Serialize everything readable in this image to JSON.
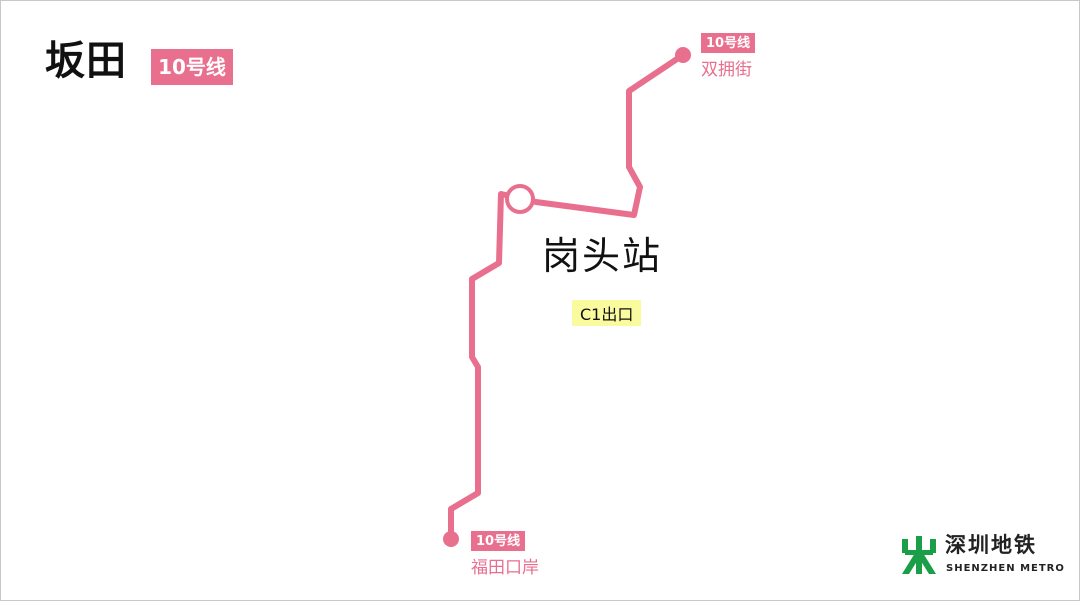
{
  "header": {
    "district": "坂田",
    "line_badge": "10号线"
  },
  "map": {
    "line_color": "#e96f8e",
    "terminal_top": {
      "line_badge": "10号线",
      "name": "双拥街"
    },
    "terminal_bottom": {
      "line_badge": "10号线",
      "name": "福田口岸"
    },
    "station": {
      "name": "岗头站",
      "exit": "C1出口",
      "exit_color": "#fafa9e"
    }
  },
  "brand": {
    "name_cn": "深圳地铁",
    "name_en": "SHENZHEN METRO",
    "icon": "shenzhen-metro-logo-icon",
    "color": "#1a9e48"
  }
}
